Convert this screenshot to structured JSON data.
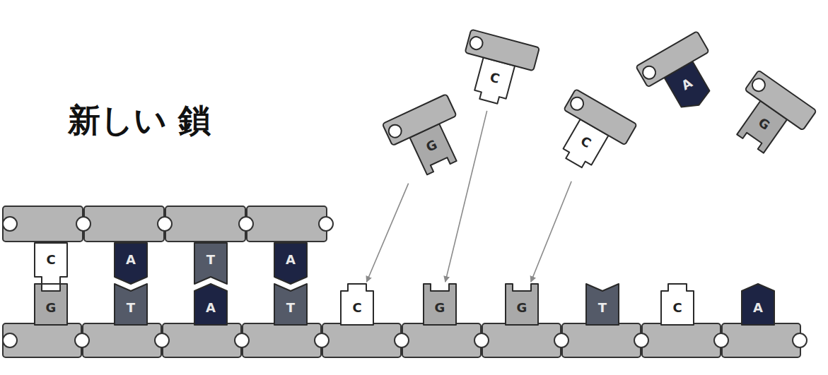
{
  "diagram": {
    "nodes": [
      {
        "text": [
          "C"
        ]
      },
      {
        "text": [
          "A"
        ]
      },
      {
        "text": [
          "G"
        ]
      },
      {
        "text": [
          "C"
        ]
      },
      {
        "text": [
          "G"
        ]
      },
      {
        "text": [
          "C"
        ]
      },
      {
        "text": [
          "A"
        ]
      },
      {
        "text": [
          "T"
        ]
      },
      {
        "text": [
          "A"
        ]
      },
      {
        "text": [
          "G"
        ]
      },
      {
        "text": [
          "T"
        ]
      },
      {
        "text": [
          "A"
        ]
      },
      {
        "text": [
          "T"
        ]
      },
      {
        "text": [
          "C"
        ]
      },
      {
        "text": [
          "G"
        ]
      },
      {
        "text": [
          "G"
        ]
      },
      {
        "text": [
          "T"
        ]
      },
      {
        "text": [
          "C"
        ]
      },
      {
        "text": [
          "A"
        ]
      }
    ],
    "edges": [
      {
        "from": 4,
        "to": 13,
        "arrow": "to"
      },
      {
        "from": 0,
        "to": 14,
        "arrow": "to"
      },
      {
        "from": 3,
        "to": 15,
        "arrow": "to"
      }
    ],
    "labels": [
      "新しい 鎖"
    ]
  }
}
